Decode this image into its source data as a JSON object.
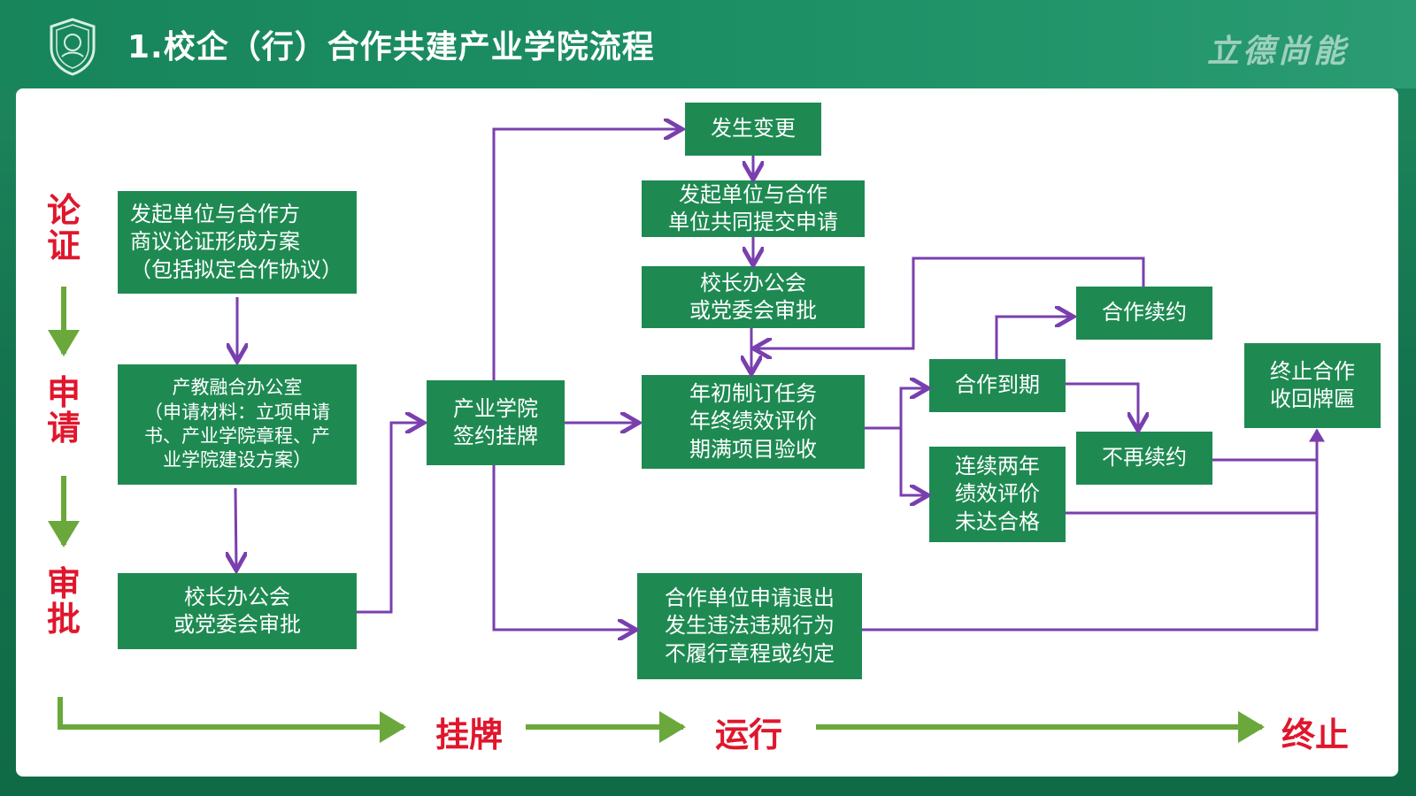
{
  "header": {
    "title": "1.校企（行）合作共建产业学院流程",
    "motto": "立德尚能",
    "logo_icon": "school-emblem-icon"
  },
  "colors": {
    "box_green": "#1e8a52",
    "box_dark_green": "#16734a",
    "flow_arrow_purple": "#7a3fae",
    "stage_arrow_green": "#6aa83c",
    "stage_text_red": "#e0162c",
    "header_green": "#18855b"
  },
  "stages_vertical": {
    "lunzheng": [
      "论",
      "证"
    ],
    "shenqing": [
      "申",
      "请"
    ],
    "shenpi": [
      "审",
      "批"
    ]
  },
  "stages_horizontal": {
    "guapai": "挂牌",
    "yunxing": "运行",
    "zhongzhi": "终止"
  },
  "boxes": {
    "proposal": [
      "发起单位与合作方",
      "商议论证形成方案",
      "（包括拟定合作协议）"
    ],
    "office": [
      "产教融合办公室",
      "（申请材料：立项申请",
      "书、产业学院章程、产",
      "业学院建设方案）"
    ],
    "approval_1": [
      "校长办公会",
      "或党委会审批"
    ],
    "signing": [
      "产业学院",
      "签约挂牌"
    ],
    "change": [
      "发生变更"
    ],
    "joint_submit": [
      "发起单位与合作",
      "单位共同提交申请"
    ],
    "approval_2": [
      "校长办公会",
      "或党委会审批"
    ],
    "tasks": [
      "年初制订任务",
      "年终绩效评价",
      "期满项目验收"
    ],
    "renew": [
      "合作续约"
    ],
    "expire": [
      "合作到期"
    ],
    "no_renew": [
      "不再续约"
    ],
    "failed_eval": [
      "连续两年",
      "绩效评价",
      "未达合格"
    ],
    "terminate": [
      "终止合作",
      "收回牌匾"
    ],
    "withdraw": [
      "合作单位申请退出",
      "发生违法违规行为",
      "不履行章程或约定"
    ]
  }
}
